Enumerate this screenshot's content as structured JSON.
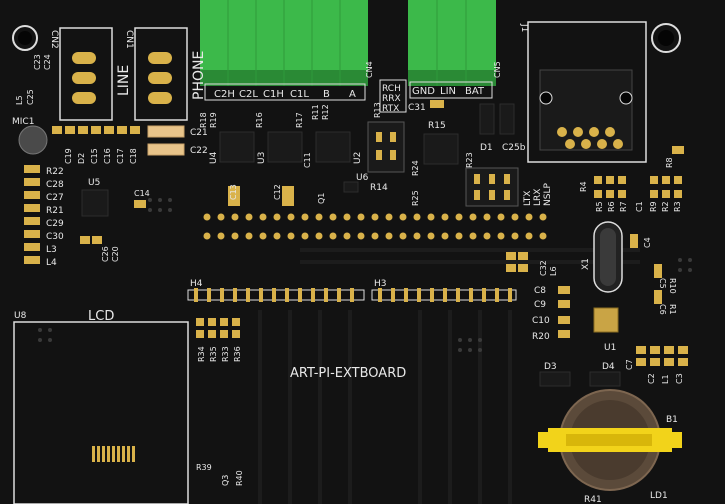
{
  "board": {
    "title": "ART-PI-EXTBOARD",
    "colors": {
      "substrate": "#121212",
      "silkscreen": "#e8e8e8",
      "gold": "#d9b24a",
      "terminal": "#3cb94a"
    }
  },
  "connectors": {
    "cn4": {
      "ref": "CN4",
      "pins": [
        "C2H",
        "C2L",
        "C1H",
        "C1L",
        "B",
        "A"
      ]
    },
    "cn5": {
      "ref": "CN5",
      "pins": [
        "GND",
        "LIN",
        "BAT"
      ]
    },
    "cn1": {
      "ref": "CN1",
      "label": "LINE"
    },
    "cn2": {
      "ref": "CN2",
      "label": "PHONE"
    },
    "j1": {
      "ref": "J1"
    },
    "h3": {
      "ref": "H3"
    },
    "h4": {
      "ref": "H4"
    },
    "lcd": {
      "ref": "U8",
      "label": "LCD"
    },
    "rch": [
      "RCH",
      "RRX",
      "RTX"
    ],
    "ltx": [
      "LTX",
      "LRX",
      "NSLP"
    ]
  },
  "refs": {
    "left_col": [
      "C23",
      "C24",
      "L5",
      "C25",
      "MIC1"
    ],
    "caps_left": [
      "R22",
      "C28",
      "C27",
      "R21",
      "C29",
      "C30",
      "L3",
      "L4"
    ],
    "small": [
      "C21",
      "C22",
      "R18",
      "R19",
      "R16",
      "R17",
      "R11",
      "R12",
      "R13",
      "C31",
      "C11",
      "C12",
      "C13",
      "C14",
      "U5",
      "U4",
      "U3",
      "U2",
      "U6",
      "Q1",
      "R14",
      "R15",
      "R24",
      "R25",
      "R23",
      "D1",
      "D2",
      "C15",
      "C16",
      "C17",
      "C18",
      "C19",
      "C20",
      "C26",
      "C25b"
    ],
    "right": [
      "R8",
      "R4",
      "R5",
      "R6",
      "R7",
      "C1",
      "R9",
      "R2",
      "R3",
      "C4",
      "C5",
      "R10",
      "C6",
      "R1",
      "X1",
      "C32",
      "L6",
      "C8",
      "C9",
      "C10",
      "R20",
      "U1",
      "C7",
      "C2",
      "L1",
      "C3",
      "D3",
      "D4",
      "B1",
      "R41",
      "LD1"
    ],
    "bottom": [
      "R34",
      "R35",
      "R33",
      "R36",
      "R39",
      "Q3",
      "R40"
    ]
  }
}
